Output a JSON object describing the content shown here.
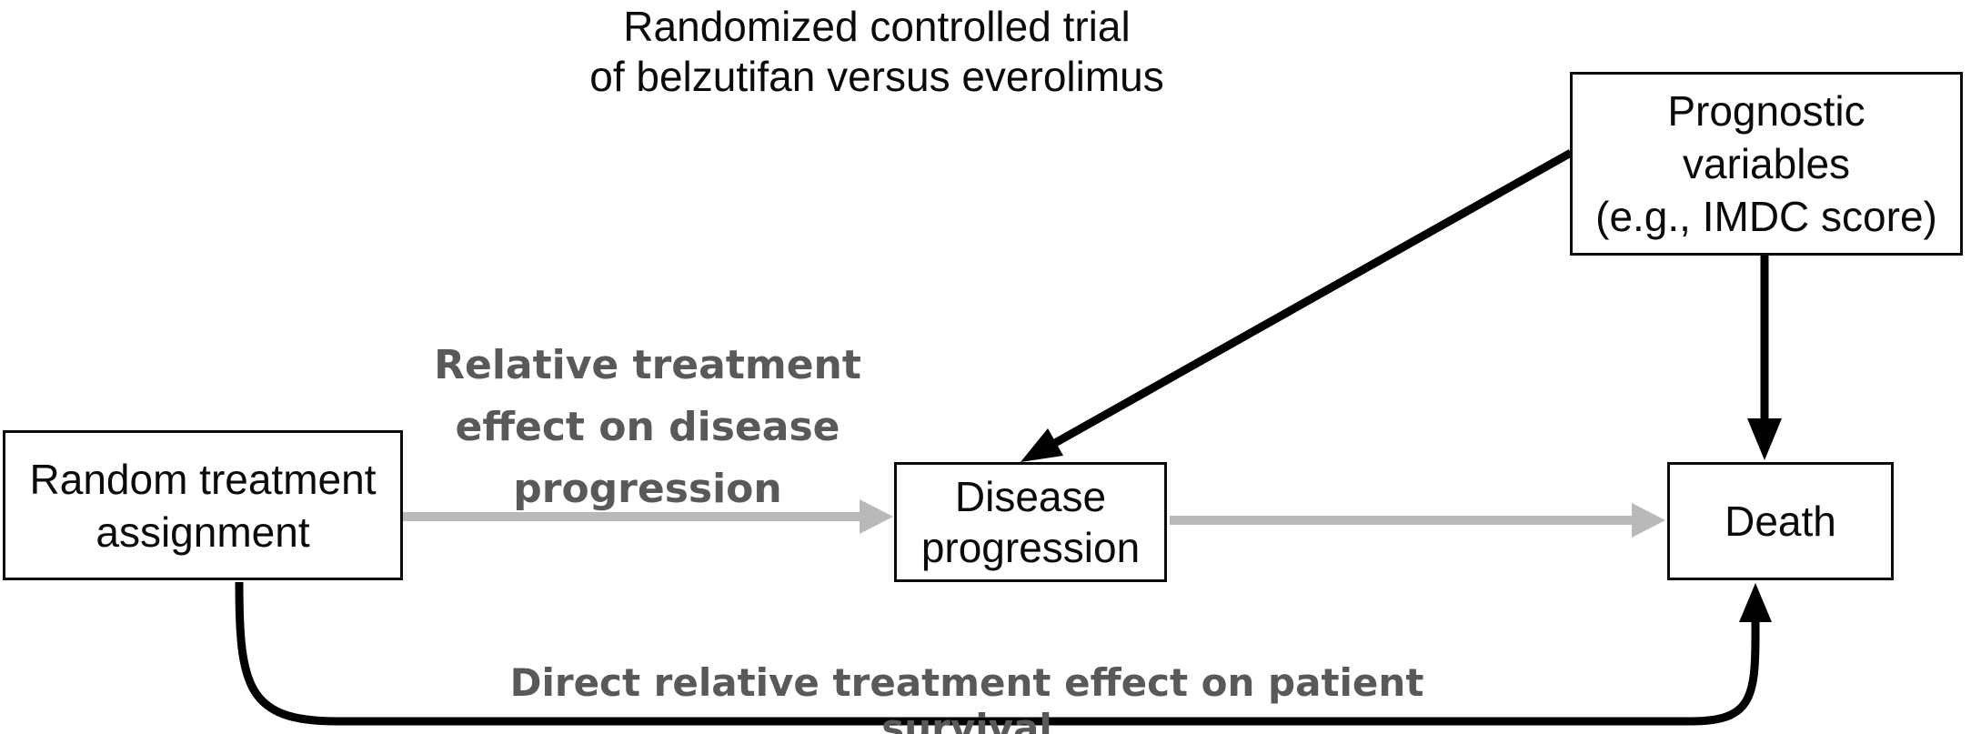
{
  "title": {
    "text": "Randomized controlled trial\nof belzutifan versus everolimus"
  },
  "nodes": {
    "random_treatment_assignment": {
      "label": "Random treatment\nassignment"
    },
    "disease_progression": {
      "label": "Disease\nprogression"
    },
    "death": {
      "label": "Death"
    },
    "prognostic_variables": {
      "label": "Prognostic\nvariables\n(e.g., IMDC score)"
    }
  },
  "edge_labels": {
    "relative_treatment_effect": "Relative treatment\neffect on disease\nprogression",
    "direct_treatment_effect": "Direct relative treatment effect on patient survival"
  },
  "edges": [
    {
      "from": "random_treatment_assignment",
      "to": "disease_progression",
      "color": "#b9b9b9",
      "style": "straight",
      "label": "Relative treatment effect on disease progression"
    },
    {
      "from": "disease_progression",
      "to": "death",
      "color": "#b9b9b9",
      "style": "straight"
    },
    {
      "from": "prognostic_variables",
      "to": "disease_progression",
      "color": "#000000",
      "style": "diagonal"
    },
    {
      "from": "prognostic_variables",
      "to": "death",
      "color": "#000000",
      "style": "straight"
    },
    {
      "from": "random_treatment_assignment",
      "to": "death",
      "color": "#000000",
      "style": "curved-bottom",
      "label": "Direct relative treatment effect on patient survival"
    }
  ],
  "colors": {
    "background": "#ffffff",
    "node_border": "#0a0a0a",
    "node_text": "#0a0a0a",
    "black_arrow": "#000000",
    "gray_arrow": "#b9b9b9",
    "gray_label_text": "#595959"
  }
}
